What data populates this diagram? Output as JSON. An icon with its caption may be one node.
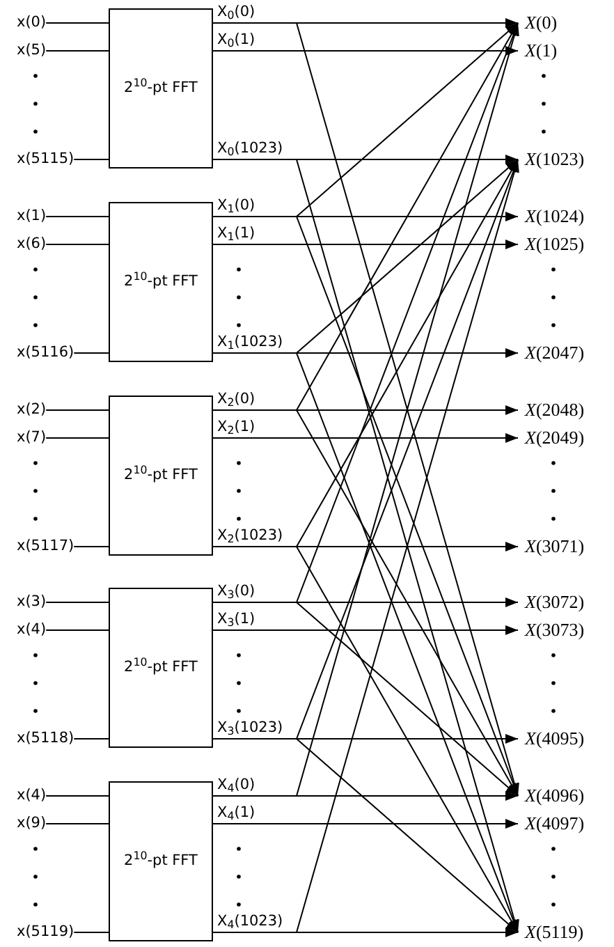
{
  "diagram": {
    "nodes": [
      {
        "text": [
          "x(0)"
        ]
      },
      {
        "text": [
          "x(5)"
        ]
      },
      {
        "text": [
          "x(5115)"
        ]
      },
      {
        "text": [
          "2$^{10}$-pt FFT"
        ]
      },
      {
        "text": [
          "X$_{0}$(0)"
        ]
      },
      {
        "text": [
          "X$_{0}$(1)"
        ]
      },
      {
        "text": [
          "X$_{0}$(1023)"
        ]
      },
      {
        "text": [
          "*X*(0)"
        ]
      },
      {
        "text": [
          "*X*(1)"
        ]
      },
      {
        "text": [
          "*X*(1023)"
        ]
      },
      {
        "text": [
          "x(1)"
        ]
      },
      {
        "text": [
          "x(6)"
        ]
      },
      {
        "text": [
          "x(5116)"
        ]
      },
      {
        "text": [
          "2$^{10}$-pt FFT"
        ]
      },
      {
        "text": [
          "X$_{1}$(0)"
        ]
      },
      {
        "text": [
          "X$_{1}$(1)"
        ]
      },
      {
        "text": [
          "X$_{1}$(1023)"
        ]
      },
      {
        "text": [
          "*X*(1024)"
        ]
      },
      {
        "text": [
          "*X*(1025)"
        ]
      },
      {
        "text": [
          "*X*(2047)"
        ]
      },
      {
        "text": [
          "x(2)"
        ]
      },
      {
        "text": [
          "x(7)"
        ]
      },
      {
        "text": [
          "x(5117)"
        ]
      },
      {
        "text": [
          "2$^{10}$-pt FFT"
        ]
      },
      {
        "text": [
          "X$_{2}$(0)"
        ]
      },
      {
        "text": [
          "X$_{2}$(1)"
        ]
      },
      {
        "text": [
          "X$_{2}$(1023)"
        ]
      },
      {
        "text": [
          "*X*(2048)"
        ]
      },
      {
        "text": [
          "*X*(2049)"
        ]
      },
      {
        "text": [
          "*X*(3071)"
        ]
      },
      {
        "text": [
          "x(3)"
        ]
      },
      {
        "text": [
          "x(4)"
        ]
      },
      {
        "text": [
          "x(5118)"
        ]
      },
      {
        "text": [
          "2$^{10}$-pt FFT"
        ]
      },
      {
        "text": [
          "X$_{3}$(0)"
        ]
      },
      {
        "text": [
          "X$_{3}$(1)"
        ]
      },
      {
        "text": [
          "X$_{3}$(1023)"
        ]
      },
      {
        "text": [
          "*X*(3072)"
        ]
      },
      {
        "text": [
          "*X*(3073)"
        ]
      },
      {
        "text": [
          "*X*(4095)"
        ]
      },
      {
        "text": [
          "x(4)"
        ]
      },
      {
        "text": [
          "x(9)"
        ]
      },
      {
        "text": [
          "x(5119)"
        ]
      },
      {
        "text": [
          "2$^{10}$-pt FFT"
        ]
      },
      {
        "text": [
          "X$_{4}$(0)"
        ]
      },
      {
        "text": [
          "X$_{4}$(1)"
        ]
      },
      {
        "text": [
          "X$_{4}$(1023)"
        ]
      },
      {
        "text": [
          "*X*(4096)"
        ]
      },
      {
        "text": [
          "*X*(4097)"
        ]
      },
      {
        "text": [
          "*X*(5119)"
        ]
      }
    ],
    "edges": [
      {
        "from": 0,
        "to": 3,
        "arrow": "none"
      },
      {
        "from": 1,
        "to": 3,
        "arrow": "none"
      },
      {
        "from": 2,
        "to": 3,
        "arrow": "none"
      },
      {
        "from": 4,
        "to": 7,
        "arrow": "to"
      },
      {
        "from": 5,
        "to": 8,
        "arrow": "to"
      },
      {
        "from": 6,
        "to": 9,
        "arrow": "to"
      },
      {
        "from": 4,
        "to": 47,
        "arrow": "to"
      },
      {
        "from": 6,
        "to": 49,
        "arrow": "to"
      },
      {
        "from": 10,
        "to": 13,
        "arrow": "none"
      },
      {
        "from": 11,
        "to": 13,
        "arrow": "none"
      },
      {
        "from": 12,
        "to": 13,
        "arrow": "none"
      },
      {
        "from": 14,
        "to": 17,
        "arrow": "to"
      },
      {
        "from": 15,
        "to": 18,
        "arrow": "to"
      },
      {
        "from": 16,
        "to": 19,
        "arrow": "to"
      },
      {
        "from": 14,
        "to": 7,
        "arrow": "to"
      },
      {
        "from": 16,
        "to": 9,
        "arrow": "to"
      },
      {
        "from": 14,
        "to": 47,
        "arrow": "to"
      },
      {
        "from": 16,
        "to": 49,
        "arrow": "to"
      },
      {
        "from": 20,
        "to": 23,
        "arrow": "none"
      },
      {
        "from": 21,
        "to": 23,
        "arrow": "none"
      },
      {
        "from": 22,
        "to": 23,
        "arrow": "none"
      },
      {
        "from": 24,
        "to": 27,
        "arrow": "to"
      },
      {
        "from": 25,
        "to": 28,
        "arrow": "to"
      },
      {
        "from": 26,
        "to": 29,
        "arrow": "to"
      },
      {
        "from": 24,
        "to": 7,
        "arrow": "to"
      },
      {
        "from": 26,
        "to": 9,
        "arrow": "to"
      },
      {
        "from": 24,
        "to": 47,
        "arrow": "to"
      },
      {
        "from": 26,
        "to": 49,
        "arrow": "to"
      },
      {
        "from": 30,
        "to": 33,
        "arrow": "none"
      },
      {
        "from": 31,
        "to": 33,
        "arrow": "none"
      },
      {
        "from": 32,
        "to": 33,
        "arrow": "none"
      },
      {
        "from": 34,
        "to": 37,
        "arrow": "to"
      },
      {
        "from": 35,
        "to": 38,
        "arrow": "to"
      },
      {
        "from": 36,
        "to": 39,
        "arrow": "to"
      },
      {
        "from": 34,
        "to": 7,
        "arrow": "to"
      },
      {
        "from": 36,
        "to": 9,
        "arrow": "to"
      },
      {
        "from": 34,
        "to": 47,
        "arrow": "to"
      },
      {
        "from": 36,
        "to": 49,
        "arrow": "to"
      },
      {
        "from": 40,
        "to": 43,
        "arrow": "none"
      },
      {
        "from": 41,
        "to": 43,
        "arrow": "none"
      },
      {
        "from": 42,
        "to": 43,
        "arrow": "none"
      },
      {
        "from": 44,
        "to": 47,
        "arrow": "to"
      },
      {
        "from": 45,
        "to": 48,
        "arrow": "to"
      },
      {
        "from": 46,
        "to": 49,
        "arrow": "to"
      },
      {
        "from": 44,
        "to": 7,
        "arrow": "to"
      },
      {
        "from": 46,
        "to": 9,
        "arrow": "to"
      }
    ]
  }
}
